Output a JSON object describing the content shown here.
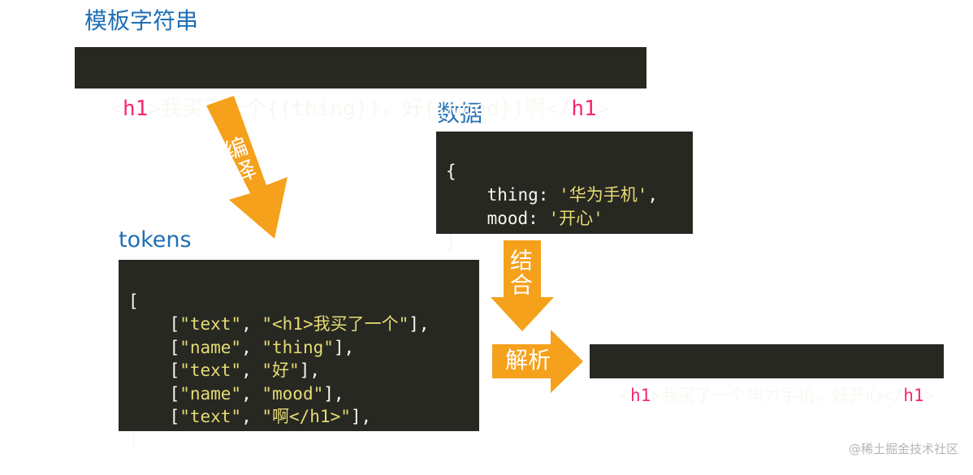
{
  "headings": {
    "template": "模板字符串",
    "data": "数据",
    "tokens": "tokens"
  },
  "template_code": {
    "open_lt": "<",
    "open_tag": "h1",
    "open_gt": ">",
    "body": "我买了一个{{thing}}，好{{mood}}啊</",
    "close_tag": "h1",
    "close_gt": ">"
  },
  "data_code": {
    "lines": [
      "{",
      "    thing: ",
      "    mood: ",
      "}"
    ],
    "thing_value": "'华为手机'",
    "thing_comma": ",",
    "mood_value": "'开心'"
  },
  "tokens_code": {
    "open": "[",
    "close": "]",
    "rows": [
      {
        "type": "\"text\"",
        "value": "\"<h1>我买了一个\""
      },
      {
        "type": "\"name\"",
        "value": "\"thing\""
      },
      {
        "type": "\"text\"",
        "value": "\"好\""
      },
      {
        "type": "\"name\"",
        "value": "\"mood\""
      },
      {
        "type": "\"text\"",
        "value": "\"啊</h1>\""
      }
    ]
  },
  "result_code": {
    "open_lt": "<",
    "open_tag": "h1",
    "open_gt": ">",
    "body": "我买了一个华为手机，好开心</",
    "close_tag": "h1",
    "close_gt": ">"
  },
  "arrows": {
    "compile": "编译",
    "combine": "结合",
    "parse": "解析"
  },
  "watermark": "@稀土掘金技术社区",
  "colors": {
    "heading": "#1f6fb5",
    "arrow": "#f5a11c",
    "code_bg": "#272822",
    "tag": "#f92672",
    "string": "#e6db74"
  }
}
